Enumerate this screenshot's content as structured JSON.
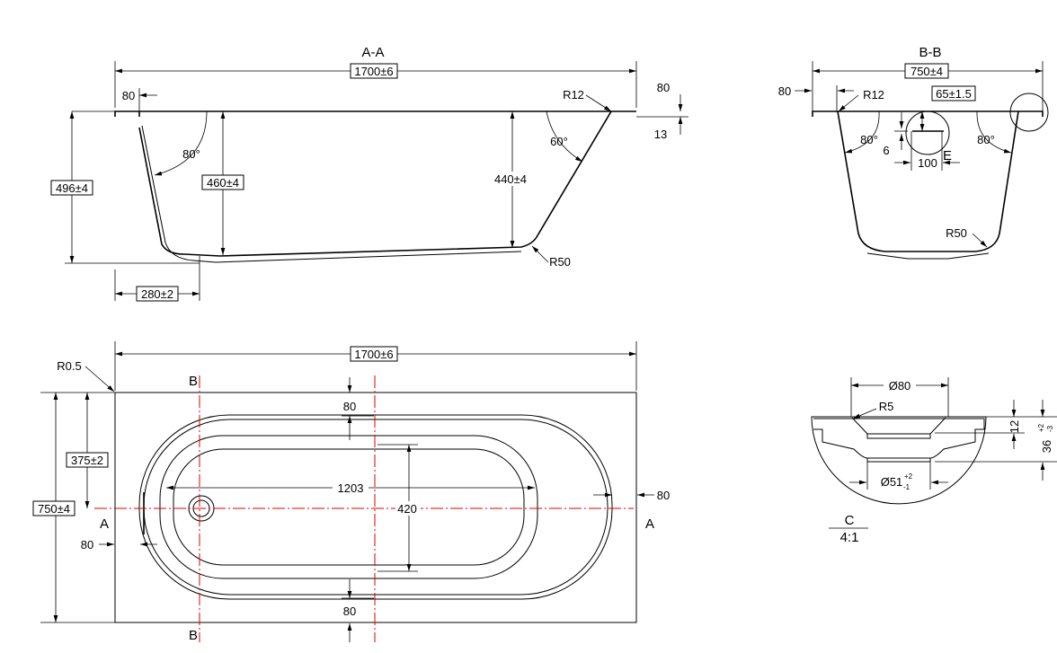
{
  "section_aa": {
    "title": "A-A",
    "length": "1700±6",
    "flange_left": "80",
    "flange_right": "80",
    "radius_top": "R12",
    "lip": "13",
    "height": "496±4",
    "angle_left": "80°",
    "depth_left": "460±4",
    "depth_right": "440±4",
    "angle_right": "60°",
    "radius_bottom": "R50",
    "drain_offset": "280±2"
  },
  "plan": {
    "length": "1700±6",
    "corner_radius": "R0.5",
    "section_b": "B",
    "section_a": "A",
    "rim_top": "80",
    "rim_bottom": "80",
    "rim_right": "80",
    "rim_left": "80",
    "half_width": "375±2",
    "width": "750±4",
    "inner_length": "1203",
    "inner_width": "420"
  },
  "section_bb": {
    "title": "B-B",
    "width": "750±4",
    "flange": "80",
    "radius_top": "R12",
    "position": "65±1.5",
    "angle_left": "80°",
    "angle_right": "80°",
    "thickness": "6",
    "span": "100",
    "detail_marker": "E",
    "radius_bottom": "R50"
  },
  "detail_c": {
    "diameter_top": "Ø80",
    "radius": "R5",
    "depth_inner": "12",
    "depth_total": "36",
    "depth_tol_plus": "+2",
    "depth_tol_minus": "-3",
    "diameter_bottom": "Ø51",
    "diameter_tol_plus": "+2",
    "diameter_tol_minus": "-1",
    "label": "C",
    "scale": "4:1"
  }
}
